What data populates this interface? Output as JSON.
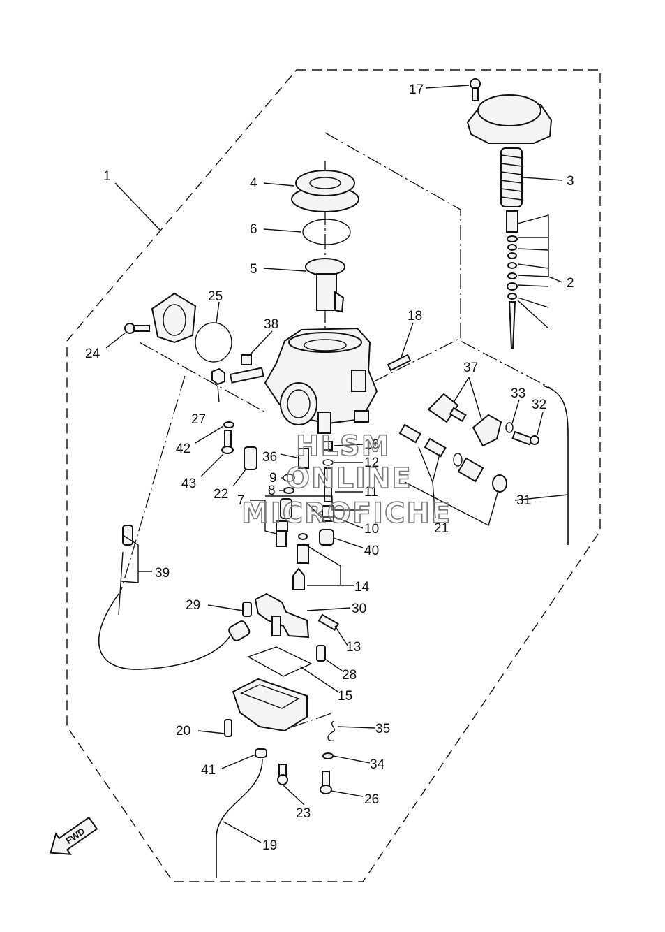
{
  "callouts": {
    "c1": "1",
    "c2": "2",
    "c3": "3",
    "c4": "4",
    "c5": "5",
    "c6": "6",
    "c7": "7",
    "c8": "8",
    "c9": "9",
    "c10": "10",
    "c11": "11",
    "c12": "12",
    "c13": "13",
    "c14": "14",
    "c15": "15",
    "c16": "16",
    "c17": "17",
    "c18": "18",
    "c19": "19",
    "c20": "20",
    "c21": "21",
    "c22": "22",
    "c23": "23",
    "c24": "24",
    "c25": "25",
    "c26": "26",
    "c27": "27",
    "c28": "28",
    "c29": "29",
    "c30": "30",
    "c31": "31",
    "c32": "32",
    "c33": "33",
    "c34": "34",
    "c35": "35",
    "c36": "36",
    "c37": "37",
    "c38": "38",
    "c39": "39",
    "c40": "40",
    "c41": "41",
    "c42": "42",
    "c43": "43"
  },
  "watermark": {
    "line1": "HLSM",
    "line2": "ONLINE",
    "line3": "MICROFICHE"
  },
  "fwd_label": "FWD"
}
